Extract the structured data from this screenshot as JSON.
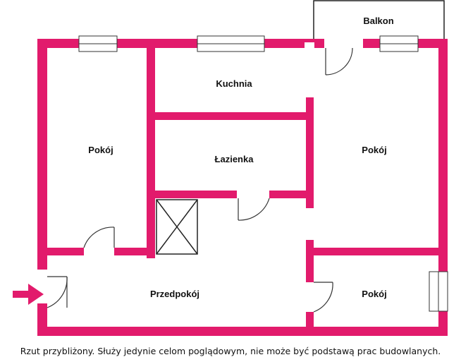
{
  "plan": {
    "wall_color": "#e21b6c",
    "arrow_color": "#e21b6c",
    "rooms": {
      "balcony": "Balkon",
      "kitchen": "Kuchnia",
      "bathroom": "Łazienka",
      "room_left": "Pokój",
      "room_right": "Pokój",
      "room_small": "Pokój",
      "hall": "Przedpokój"
    }
  },
  "caption": "Rzut przybliżony. Służy jedynie celom poglądowym, nie może być podstawą prac budowlanych."
}
